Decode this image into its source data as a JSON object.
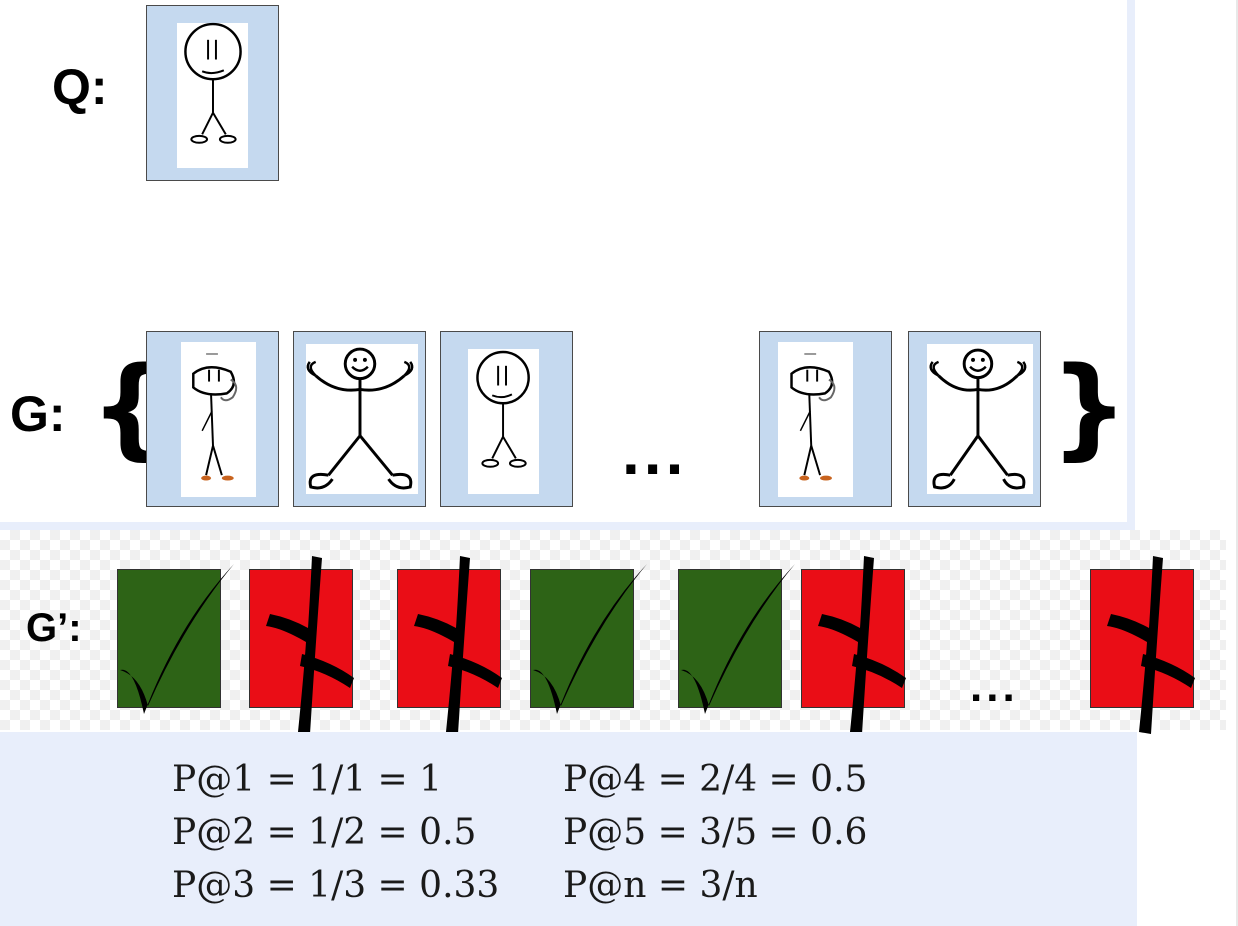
{
  "query": {
    "label": "Q:",
    "image": "stick-figure-round-face"
  },
  "gallery": {
    "label": "G:",
    "open_brace": "{",
    "close_brace": "}",
    "ellipsis": "...",
    "images": [
      "stick-figure-transparent",
      "stick-figure-arms-up",
      "stick-figure-round-face",
      "stick-figure-transparent",
      "stick-figure-arms-up"
    ]
  },
  "relevance": {
    "label": "G’:",
    "ellipsis": "...",
    "items": [
      {
        "relevant": true,
        "mark": "check-icon"
      },
      {
        "relevant": false,
        "mark": "cross-icon"
      },
      {
        "relevant": false,
        "mark": "cross-icon"
      },
      {
        "relevant": true,
        "mark": "check-icon"
      },
      {
        "relevant": true,
        "mark": "check-icon"
      },
      {
        "relevant": false,
        "mark": "cross-icon"
      },
      {
        "relevant": false,
        "mark": "cross-icon"
      }
    ],
    "colors": {
      "relevant": "#2d6316",
      "irrelevant": "#ea0d16"
    }
  },
  "formulas": {
    "p1": "P@1 = 1/1 = 1",
    "p2": "P@2 = 1/2 = 0.5",
    "p3": "P@3 = 1/3 = 0.33",
    "p4": "P@4 = 2/4 = 0.5",
    "p5": "P@5 = 3/5 = 0.6",
    "pn": "P@n = 3/n"
  }
}
